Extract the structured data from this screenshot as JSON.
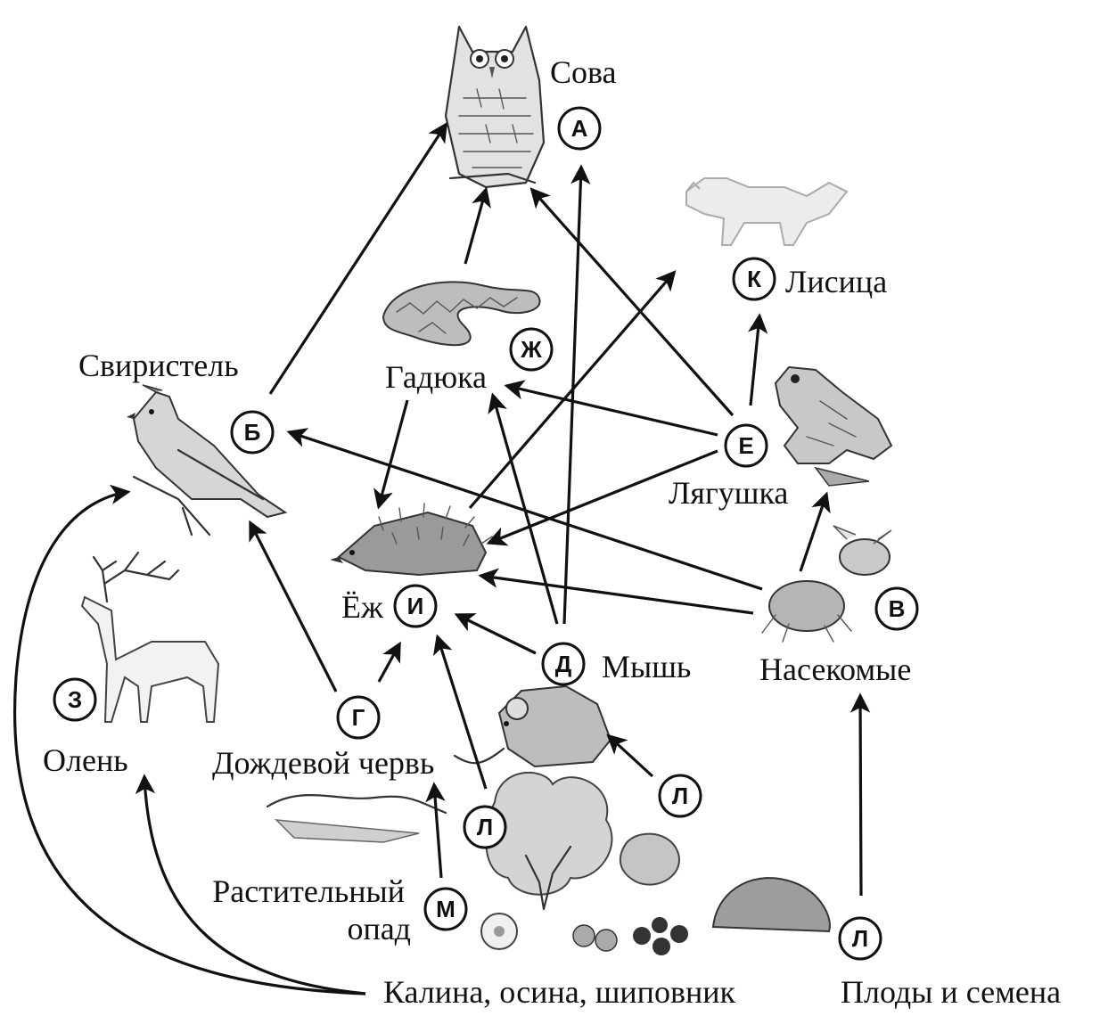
{
  "nodes": [
    {
      "id": "A",
      "letter": "А",
      "label": "Сова",
      "icon": "owl-icon"
    },
    {
      "id": "B",
      "letter": "Б",
      "label": "Свиристель",
      "icon": "waxwing-icon"
    },
    {
      "id": "V",
      "letter": "В",
      "label": "Насекомые",
      "icon": "insects-icon"
    },
    {
      "id": "G",
      "letter": "Г",
      "label": "Дождевой червь",
      "icon": "earthworm-icon"
    },
    {
      "id": "D",
      "letter": "Д",
      "label": "Мышь",
      "icon": "mouse-icon"
    },
    {
      "id": "E",
      "letter": "Е",
      "label": "Лягушка",
      "icon": "frog-icon"
    },
    {
      "id": "Zh",
      "letter": "Ж",
      "label": "Гадюка",
      "icon": "viper-icon"
    },
    {
      "id": "Z",
      "letter": "З",
      "label": "Олень",
      "icon": "deer-icon"
    },
    {
      "id": "I",
      "letter": "И",
      "label": "Ёж",
      "icon": "hedgehog-icon"
    },
    {
      "id": "K",
      "letter": "К",
      "label": "Лисица",
      "icon": "fox-icon"
    },
    {
      "id": "L1",
      "letter": "Л",
      "label": "Калина, осина, шиповник",
      "icon": "plants-icon"
    },
    {
      "id": "L2",
      "letter": "Л",
      "label": "",
      "icon": "plants-icon"
    },
    {
      "id": "L3",
      "letter": "Л",
      "label": "Плоды и семена",
      "icon": "seeds-icon"
    },
    {
      "id": "M",
      "letter": "М",
      "label": "Растительный опад",
      "icon": "leaf-litter-icon"
    }
  ],
  "edges": [
    {
      "from": "B",
      "to": "A"
    },
    {
      "from": "Zh",
      "to": "A"
    },
    {
      "from": "D",
      "to": "A"
    },
    {
      "from": "E",
      "to": "A"
    },
    {
      "from": "E",
      "to": "K"
    },
    {
      "from": "I",
      "to": "K"
    },
    {
      "from": "E",
      "to": "Zh"
    },
    {
      "from": "D",
      "to": "Zh"
    },
    {
      "from": "E",
      "to": "I"
    },
    {
      "from": "Zh",
      "to": "I"
    },
    {
      "from": "V",
      "to": "I"
    },
    {
      "from": "V",
      "to": "B"
    },
    {
      "from": "V",
      "to": "E"
    },
    {
      "from": "D",
      "to": "I"
    },
    {
      "from": "G",
      "to": "I"
    },
    {
      "from": "G",
      "to": "B"
    },
    {
      "from": "L1",
      "to": "I"
    },
    {
      "from": "L2",
      "to": "D"
    },
    {
      "from": "L3",
      "to": "V"
    },
    {
      "from": "M",
      "to": "G"
    },
    {
      "from": "L1",
      "to": "Z"
    },
    {
      "from": "L1",
      "to": "B"
    }
  ]
}
